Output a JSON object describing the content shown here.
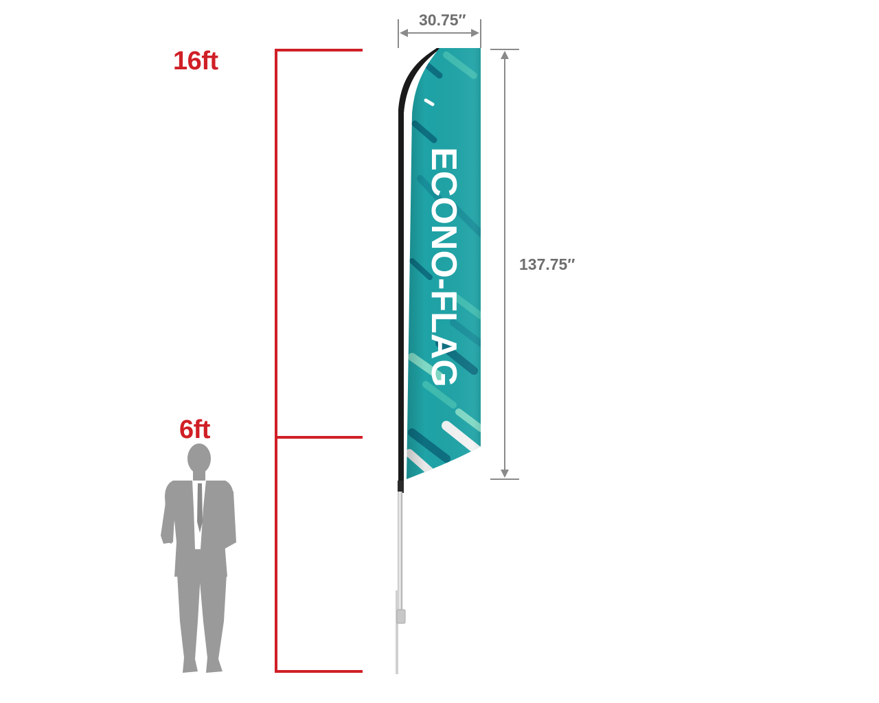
{
  "heights": {
    "top_label": "16ft",
    "person_label": "6ft"
  },
  "dimensions": {
    "width_label": "30.75″",
    "height_label": "137.75″"
  },
  "flag": {
    "text": "ECONO-FLAG"
  },
  "colors": {
    "height_scale": "#d01f26",
    "dimension_lines": "#8a8a8a",
    "dimension_text": "#6e6e6e",
    "flag_fabric": "#1fa3a6",
    "flag_accent_dark": "#0d6f80",
    "flag_accent_light": "#7fd8c4",
    "flag_text": "#ffffff",
    "pole": "#1a1a1a",
    "person": "#9a9a9a"
  }
}
